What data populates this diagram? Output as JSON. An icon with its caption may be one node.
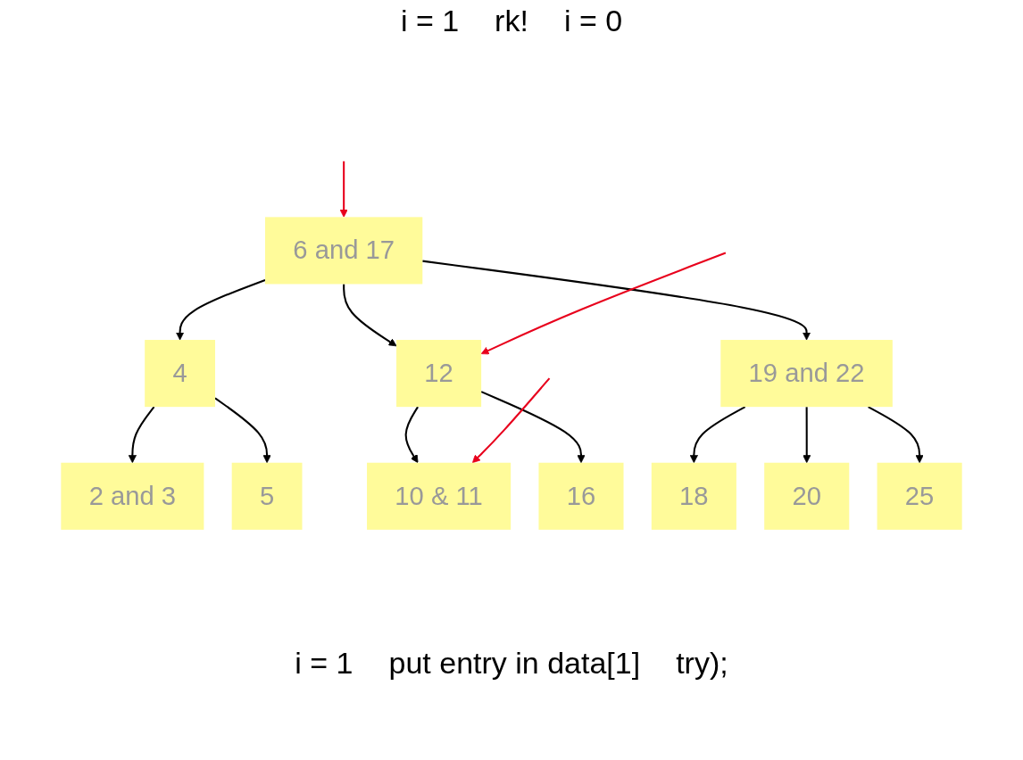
{
  "diagram": {
    "nodes": [
      {
        "text": [
          "6 and 17"
        ]
      },
      {
        "text": [
          "4"
        ]
      },
      {
        "text": [
          "12"
        ]
      },
      {
        "text": [
          "19 and 22"
        ]
      },
      {
        "text": [
          "2 and 3"
        ]
      },
      {
        "text": [
          "5"
        ]
      },
      {
        "text": [
          "10 & 11"
        ]
      },
      {
        "text": [
          "16"
        ]
      },
      {
        "text": [
          "18"
        ]
      },
      {
        "text": [
          "20"
        ]
      },
      {
        "text": [
          "25"
        ]
      }
    ],
    "edges": [
      {
        "from": 0,
        "to": 1,
        "arrow": "to"
      },
      {
        "from": 0,
        "to": 2,
        "arrow": "to"
      },
      {
        "from": 0,
        "to": 3,
        "arrow": "to"
      },
      {
        "from": 1,
        "to": 4,
        "arrow": "to"
      },
      {
        "from": 1,
        "to": 5,
        "arrow": "to"
      },
      {
        "from": 2,
        "to": 6,
        "arrow": "to"
      },
      {
        "from": 2,
        "to": 7,
        "arrow": "to"
      },
      {
        "from": 3,
        "to": 8,
        "arrow": "to"
      },
      {
        "from": 3,
        "to": 9,
        "arrow": "to"
      },
      {
        "from": 3,
        "to": 10,
        "arrow": "to"
      },
      {
        "from": null,
        "to": 0,
        "arrow": "to",
        "color": "#e8001c"
      },
      {
        "from": null,
        "to": 2,
        "arrow": "to",
        "color": "#e8001c"
      },
      {
        "from": null,
        "to": 6,
        "arrow": "to",
        "color": "#e8001c"
      }
    ],
    "labels": [
      "i = 1",
      "rk!",
      "i = 0",
      "i = 1",
      "put entry in data[1]",
      "try);"
    ]
  }
}
